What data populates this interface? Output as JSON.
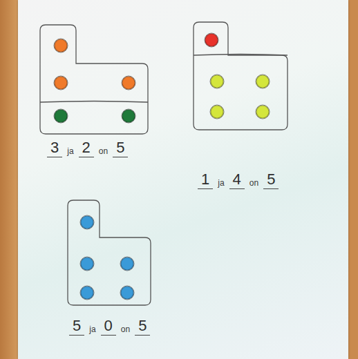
{
  "diagram": {
    "nodes": [
      {
        "text": [
          "3",
          "ja",
          "2",
          "on",
          "5"
        ]
      },
      {
        "text": [
          "1",
          "ja",
          "4",
          "on",
          "5"
        ]
      },
      {
        "text": [
          "5",
          "ja",
          "0",
          "on",
          "5"
        ]
      }
    ]
  }
}
